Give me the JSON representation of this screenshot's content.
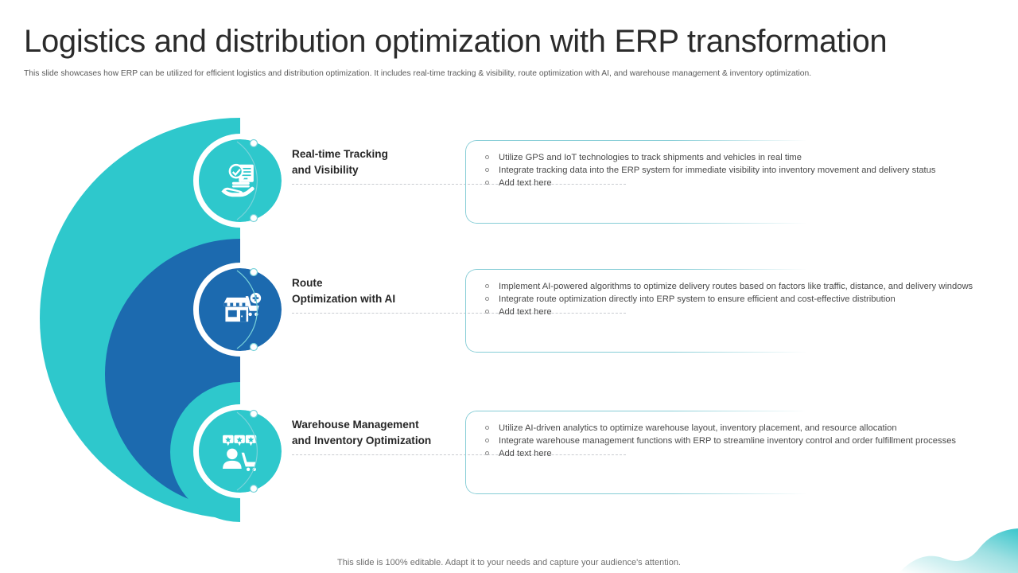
{
  "slide": {
    "title": "Logistics and distribution optimization with ERP transformation",
    "subtitle": "This slide showcases how ERP can be utilized for efficient logistics and distribution optimization. It includes real-time tracking & visibility, route optimization with AI,  and warehouse management & inventory optimization.",
    "footer": "This slide is 100% editable. Adapt it to your needs and capture your audience's attention."
  },
  "colors": {
    "teal": "#2ec8cc",
    "teal_dark": "#2cbcc2",
    "blue": "#1c6aaf",
    "card_border": "#86cdd6",
    "heading": "#262626",
    "body": "#4a4a4a"
  },
  "rows": [
    {
      "heading_line1": "Real-time Tracking",
      "heading_line2": "and Visibility",
      "icon": "hand-holding-checklist-icon",
      "disc_color": "#2ec8cc",
      "bullets": [
        "Utilize GPS and IoT technologies to track shipments and vehicles in real time",
        "Integrate tracking data into the ERP system for immediate visibility into inventory movement and delivery status",
        "Add text here"
      ]
    },
    {
      "heading_line1": "Route",
      "heading_line2": "Optimization with AI",
      "icon": "storefront-cart-plus-icon",
      "disc_color": "#1c6aaf",
      "bullets": [
        "Implement AI-powered algorithms to optimize delivery routes based on factors like traffic, distance, and delivery windows",
        "Integrate route optimization directly into ERP system to ensure efficient and cost-effective distribution",
        "Add text here"
      ]
    },
    {
      "heading_line1": "Warehouse Management",
      "heading_line2": "and Inventory Optimization",
      "icon": "customer-cart-reviews-icon",
      "disc_color": "#2ec8cc",
      "bullets": [
        "Utilize AI-driven analytics to optimize warehouse layout, inventory placement, and resource allocation",
        "Integrate warehouse management functions with ERP to streamline inventory control and order fulfillment processes",
        "Add text here"
      ]
    }
  ]
}
